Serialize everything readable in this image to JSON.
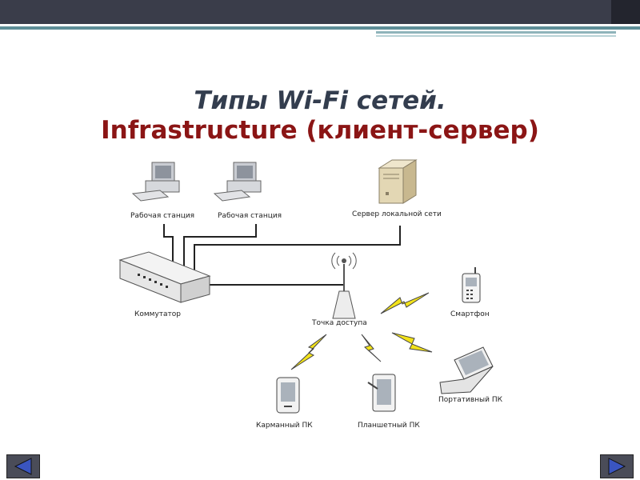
{
  "title": {
    "line1": "Типы Wi-Fi сетей.",
    "line2": "Infrastructure (клиент-сервер)"
  },
  "diagram": {
    "workstation1": "Рабочая станция",
    "workstation2": "Рабочая станция",
    "server": "Сервер локальной сети",
    "switch": "Коммутатор",
    "access_point": "Точка доступа",
    "smartphone": "Смартфон",
    "laptop": "Портативный ПК",
    "pocket_pc": "Карманный ПК",
    "tablet": "Планшетный ПК"
  },
  "nav": {
    "prev_icon": "triangle-left-icon",
    "next_icon": "triangle-right-icon"
  },
  "colors": {
    "title_line1": "#333d4e",
    "title_line2": "#8b1515",
    "header": "#3a3d4a",
    "accent_stripe": "#5e8f98",
    "lightning": "#f2e21a",
    "nav_arrow": "#3a55c0"
  }
}
